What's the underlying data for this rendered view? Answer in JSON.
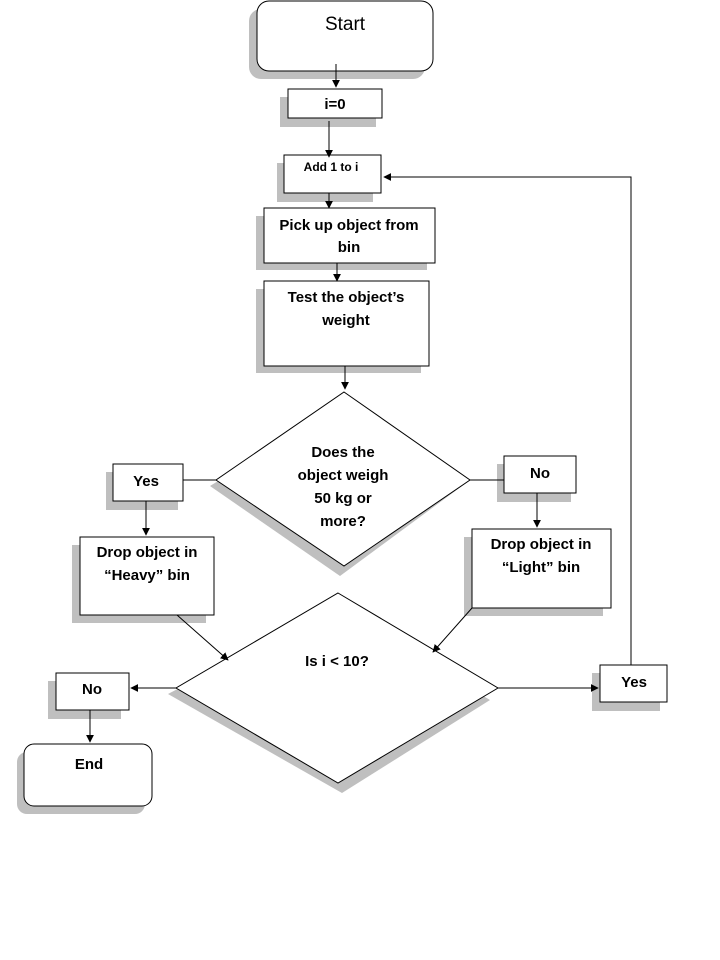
{
  "nodes": {
    "start": "Start",
    "init": "i=0",
    "increment": "Add 1 to i",
    "pick": [
      "Pick up object from",
      "bin"
    ],
    "test": [
      "Test the object’s",
      "weight"
    ],
    "decision_weight": [
      "Does the",
      "object weigh",
      "50 kg or",
      "more?"
    ],
    "weight_yes": "Yes",
    "weight_no": "No",
    "heavy": [
      "Drop object in",
      "“Heavy” bin"
    ],
    "light": [
      "Drop object in",
      "“Light” bin"
    ],
    "decision_loop": "Is i < 10?",
    "loop_no": "No",
    "loop_yes": "Yes",
    "end": "End"
  }
}
